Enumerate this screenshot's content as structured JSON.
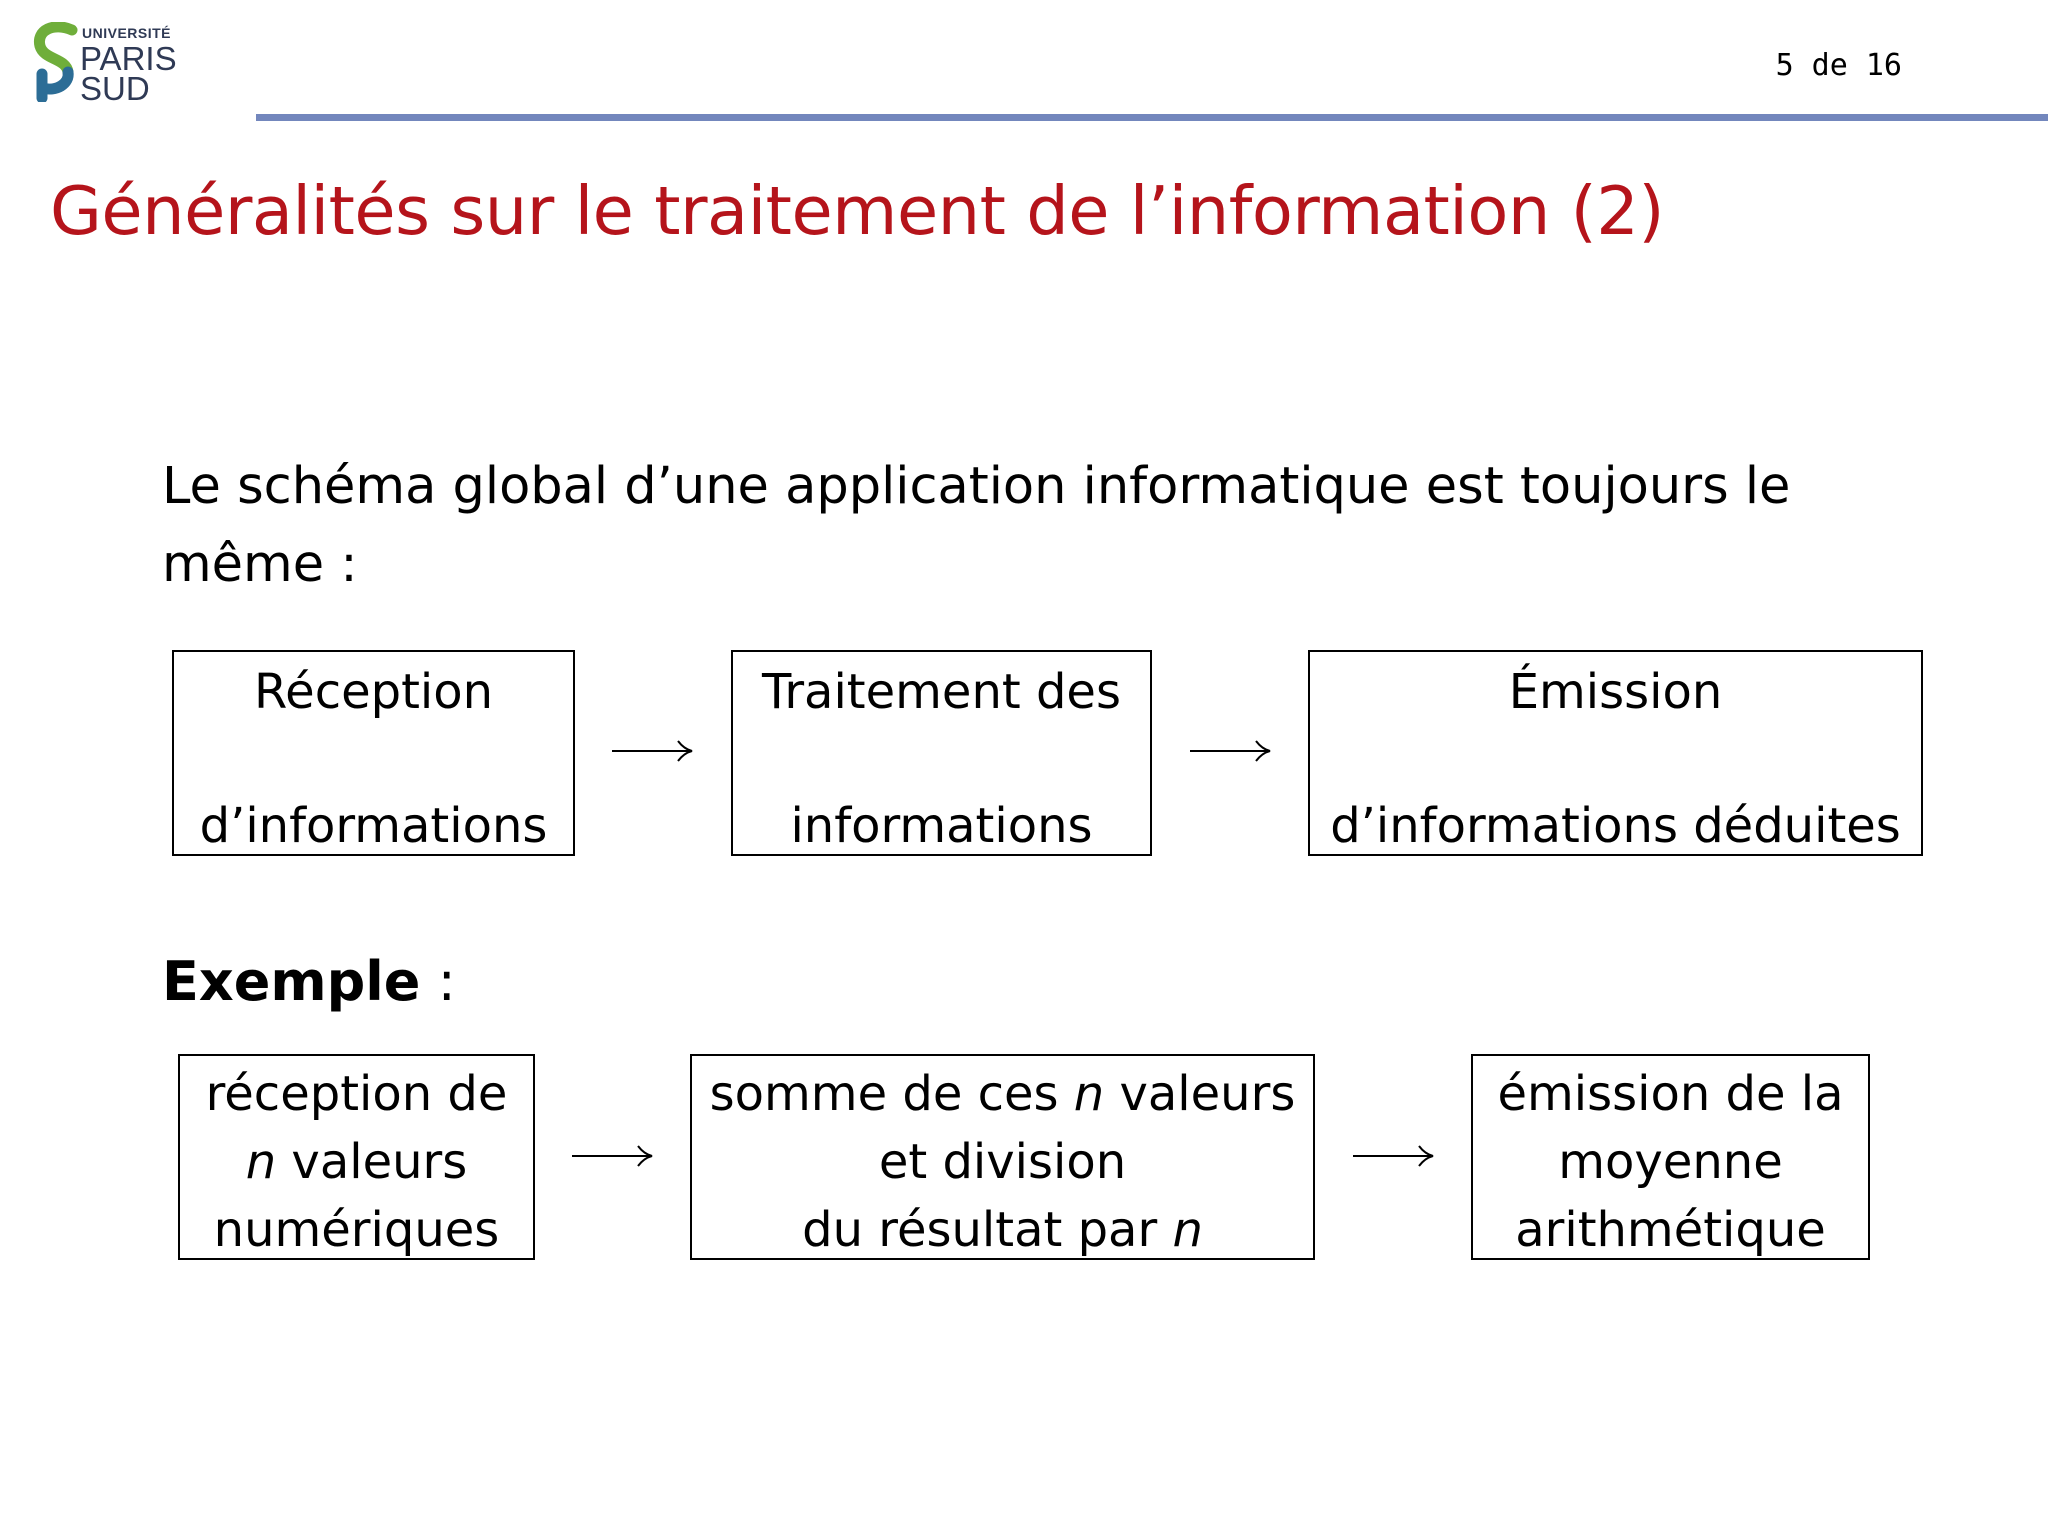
{
  "header": {
    "logo": {
      "line1": "UNIVERSITÉ",
      "line2": "PARIS",
      "line3": "SUD"
    },
    "page_number": "5 de 16",
    "rule_color": "#7387bd"
  },
  "slide": {
    "title": "Généralités sur le traitement de l’information (2)",
    "title_color": "#b5141b",
    "intro_text": "Le schéma global d’une application informatique est toujours le même :",
    "schema": [
      {
        "line1": "Réception",
        "line2": "d’informations"
      },
      {
        "line1": "Traitement des",
        "line2": "informations"
      },
      {
        "line1": "Émission",
        "line2": "d’informations déduites"
      }
    ],
    "example_label": "Exemple",
    "example_colon": " :",
    "example": {
      "box1": {
        "line1": "réception de",
        "line2_var": "n",
        "line2_rest": " valeurs",
        "line3": "numériques"
      },
      "box2": {
        "line1_pre": "somme de ces ",
        "line1_var": "n",
        "line1_post": " valeurs",
        "line2": "et division",
        "line3_pre": "du résultat par ",
        "line3_var": "n"
      },
      "box3": {
        "line1": "émission de la",
        "line2": "moyenne",
        "line3": "arithmétique"
      }
    },
    "arrow_icon": "long-right-arrow"
  }
}
